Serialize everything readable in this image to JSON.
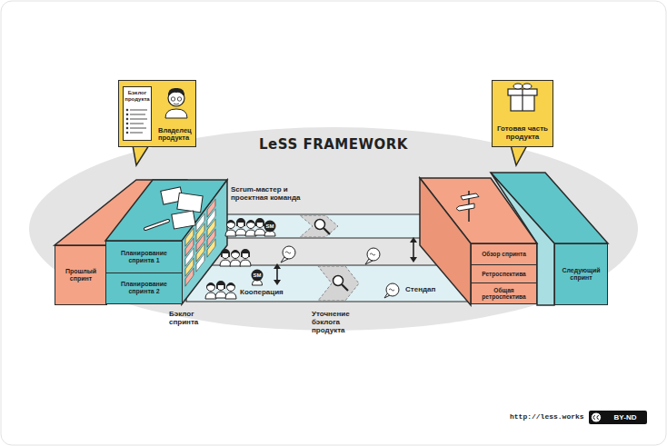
{
  "diagram": {
    "title": "LeSS FRAMEWORK",
    "nodes": [
      {
        "text": [
          "Владелец продукта"
        ]
      },
      {
        "text": [
          "Бэклог продукта"
        ],
        "in": 0
      },
      {
        "text": [
          "Готовая часть продукта"
        ]
      },
      {
        "text": [
          "Прошлый спринт"
        ]
      },
      {
        "text": [
          "Планирование спринта 1"
        ]
      },
      {
        "text": [
          "Планирование спринта 2"
        ]
      },
      {
        "text": [
          "Обзор спринта"
        ]
      },
      {
        "text": [
          "Ретроспектива"
        ]
      },
      {
        "text": [
          "Общая ретроспектива"
        ]
      },
      {
        "text": [
          "Следующий спринт"
        ]
      }
    ],
    "labels": [
      "Scrum-мастер и проектная команда",
      "SM",
      "SM",
      "Кооперация",
      "Бэклог спринта",
      "Уточнение бэклога продукта",
      "Стендап",
      "http://less.works",
      "BY-ND"
    ]
  }
}
